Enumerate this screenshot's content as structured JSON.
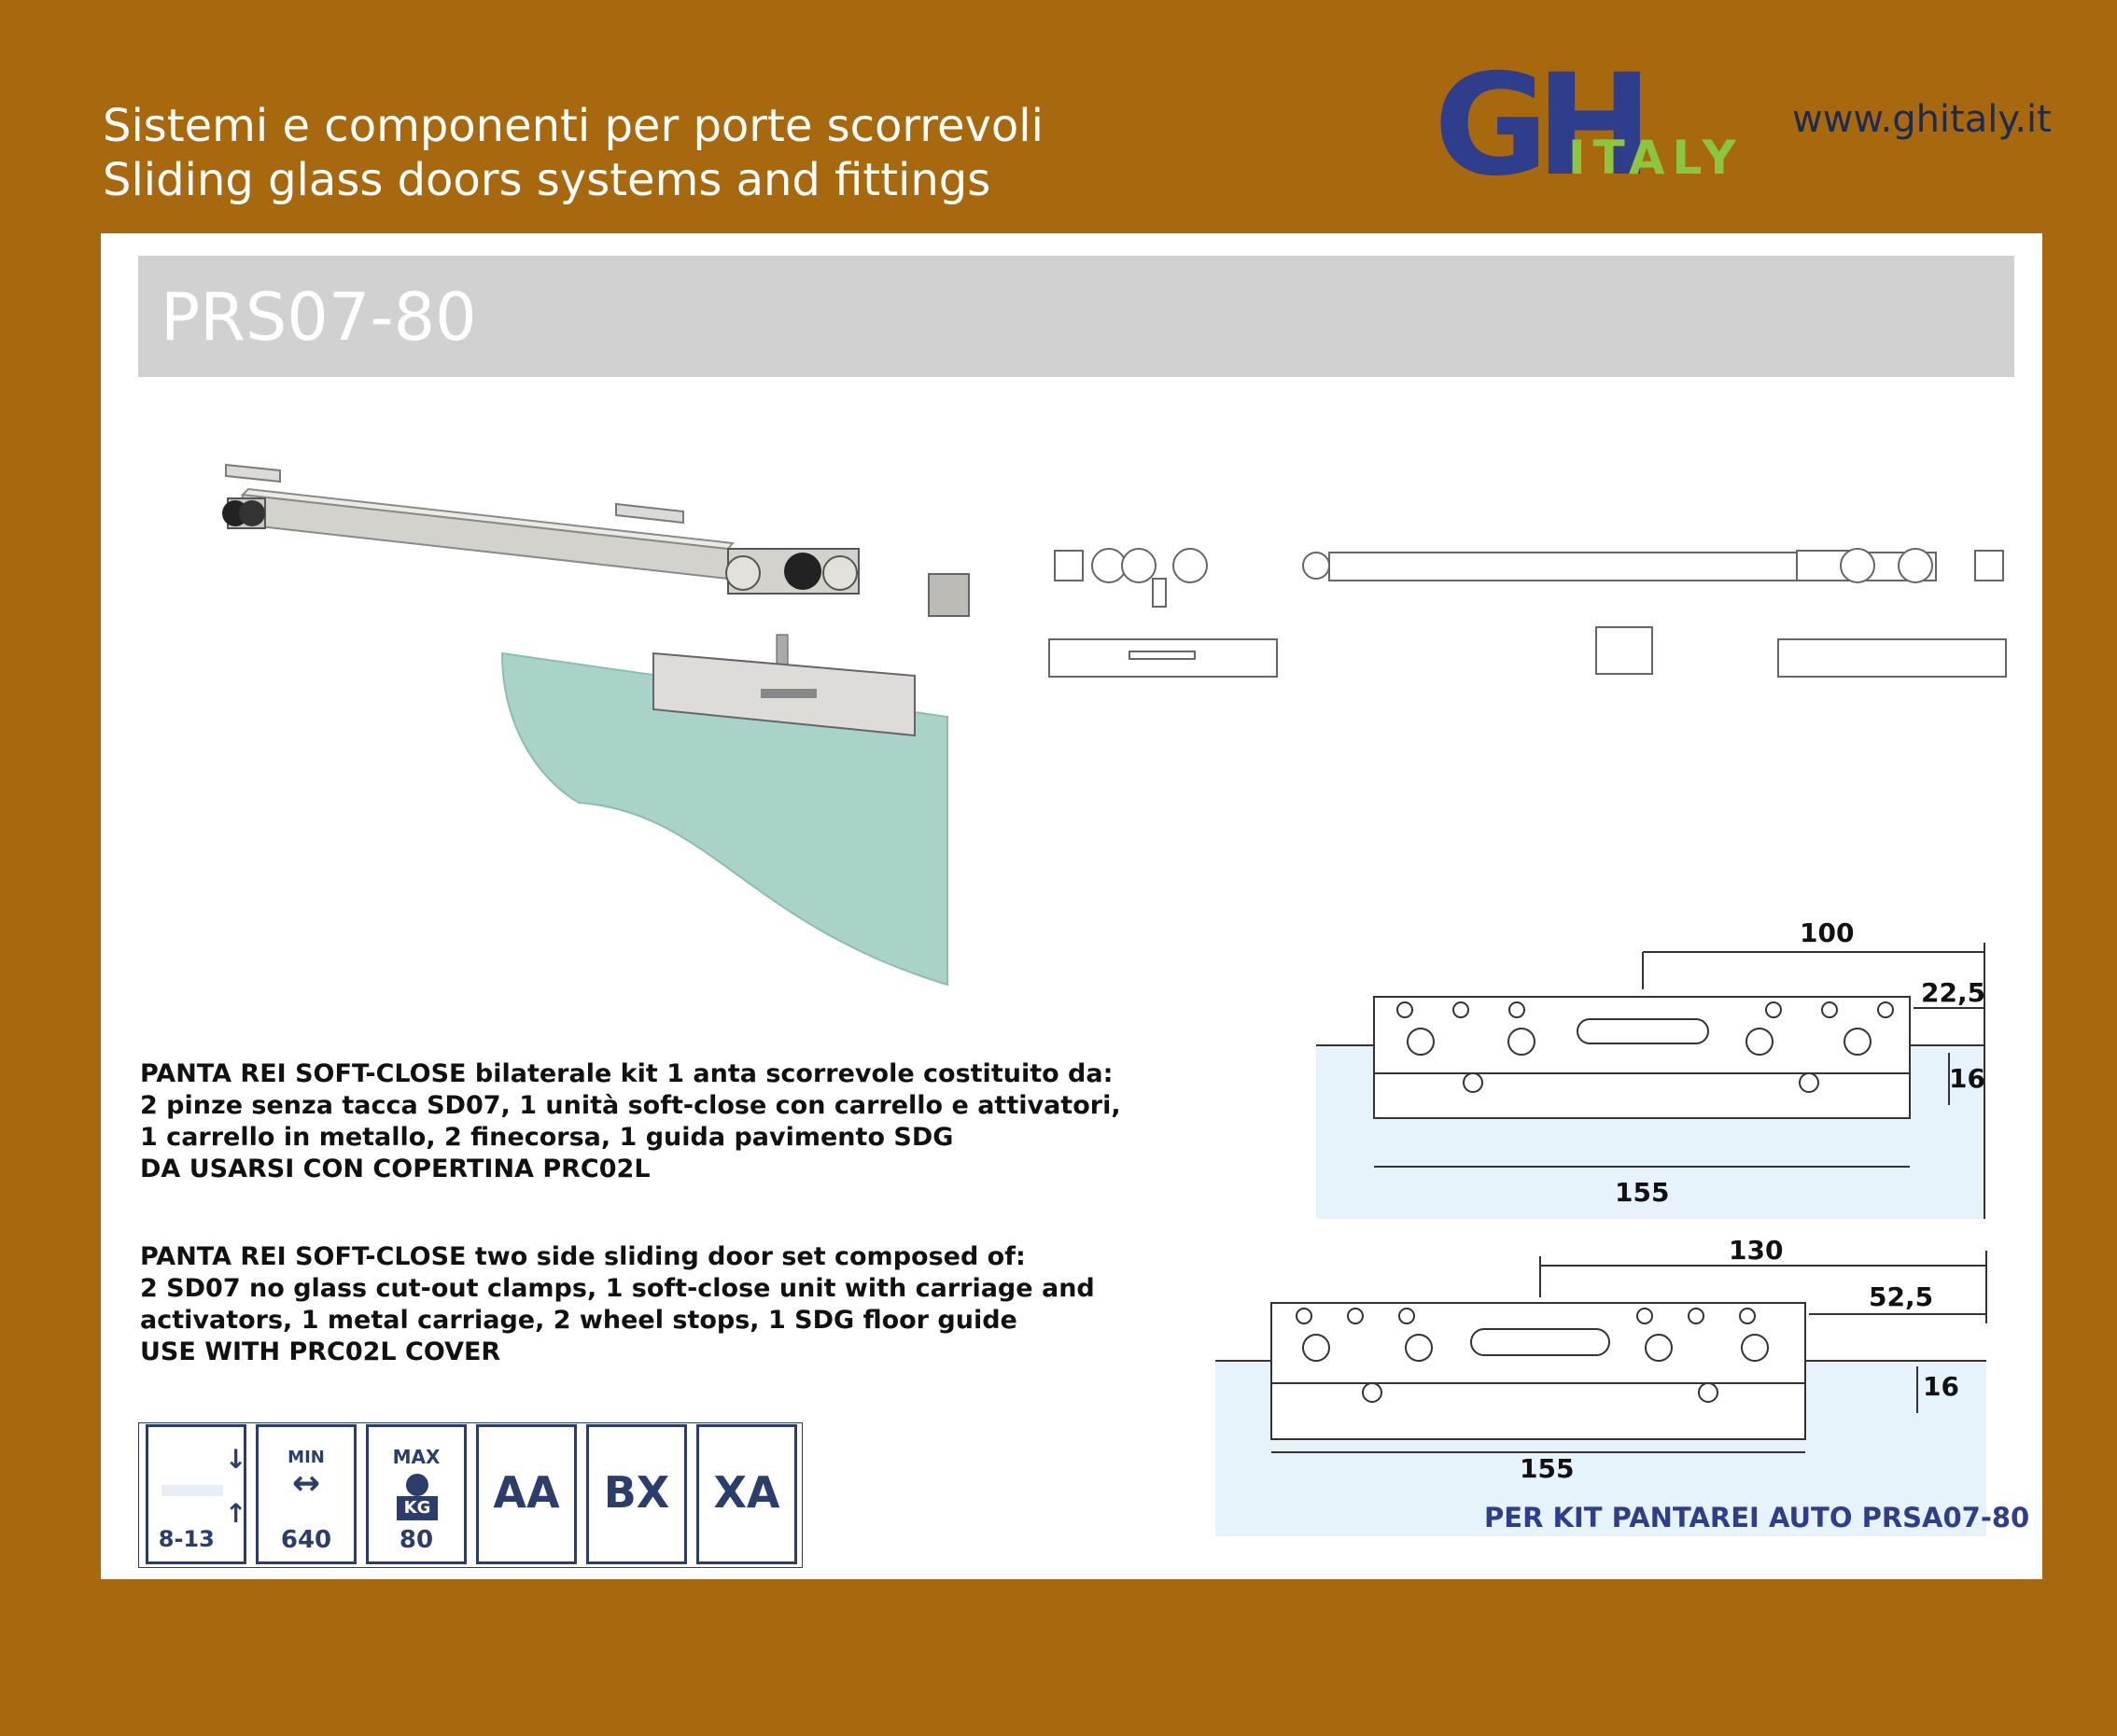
{
  "header": {
    "line_it": "Sistemi e componenti per porte scorrevoli",
    "line_en": "Sliding glass doors systems and fittings",
    "website": "www.ghitaly.it"
  },
  "logo": {
    "gh": "GH",
    "italy": "ITALY",
    "brand_blue": "#2e3e8c",
    "brand_green": "#8cc63f"
  },
  "product": {
    "code": "PRS07-80"
  },
  "description_it": [
    "PANTA REI SOFT-CLOSE bilaterale  kit 1 anta scorrevole costituito da:",
    "2 pinze senza tacca SD07, 1 unità soft-close con carrello e attivatori,",
    "1 carrello in metallo, 2 finecorsa, 1 guida pavimento SDG",
    "DA USARSI CON COPERTINA PRC02L"
  ],
  "description_en": [
    "PANTA REI SOFT-CLOSE two side sliding door set composed of:",
    "2 SD07 no glass cut-out clamps, 1 soft-close unit with carriage and",
    "activators, 1 metal carriage, 2 wheel stops, 1 SDG floor guide",
    "USE WITH PRC02L COVER"
  ],
  "icons": {
    "thickness": "8-13",
    "min_label": "MIN",
    "min_value": "640",
    "max_label": "MAX",
    "kg_label": "KG",
    "max_value": "80",
    "codes": [
      "AA",
      "BX",
      "XA"
    ]
  },
  "drawing1": {
    "d1": "100",
    "d2": "22,5",
    "d3": "16",
    "d4": "155"
  },
  "drawing2": {
    "d1": "130",
    "d2": "52,5",
    "d3": "16",
    "d4": "155"
  },
  "footnote": "PER KIT PANTAREI AUTO PRSA07-80",
  "colors": {
    "background": "#a8690e",
    "title_bar": "#d1d1d1",
    "glass": "#a9d3c8",
    "drawing_bg": "#e6f3fa",
    "icon_blue": "#2a3d6b"
  }
}
